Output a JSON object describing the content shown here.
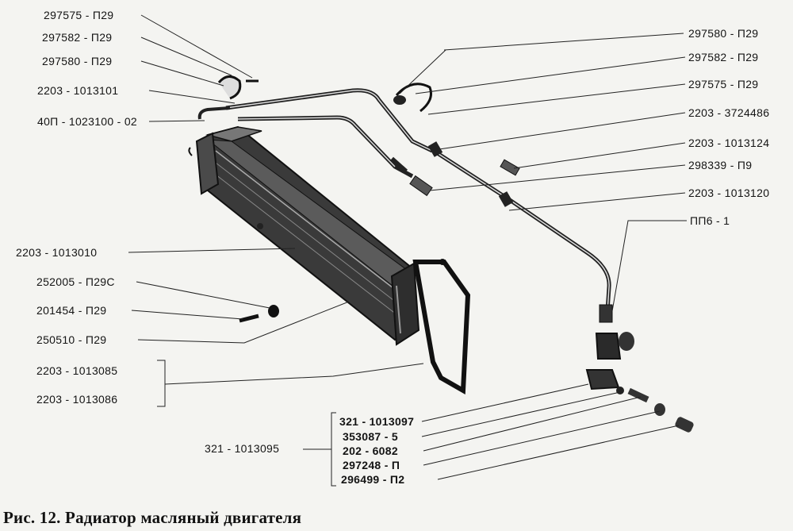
{
  "caption": "Рис. 12. Радиатор масляный двигателя",
  "labels": {
    "p297575_l": "297575 - П29",
    "p297582_l": "297582 - П29",
    "p297580_l": "297580 - П29",
    "p2203_1013101": "2203 - 1013101",
    "p40p_1023100": "40П - 1023100 - 02",
    "p2203_1013010": "2203 - 1013010",
    "p252005": "252005 - П29С",
    "p201454": "201454 - П29",
    "p250510": "250510 - П29",
    "p2203_1013085": "2203 - 1013085",
    "p2203_1013086": "2203 - 1013086",
    "p321_1013095": "321 - 1013095",
    "p321_1013097": "321 - 1013097",
    "p353087": "353087 - 5",
    "p202_6082": "202 - 6082",
    "p297248": "297248 - П",
    "p296499": "296499 - П2",
    "p297580_r": "297580 - П29",
    "p297582_r": "297582 - П29",
    "p297575_r": "297575 - П29",
    "p2203_3724486": "2203 - 3724486",
    "p2203_1013124": "2203 - 1013124",
    "p298339": "298339 - П9",
    "p2203_1013120": "2203 - 1013120",
    "pp6_1": "ПП6 - 1"
  }
}
